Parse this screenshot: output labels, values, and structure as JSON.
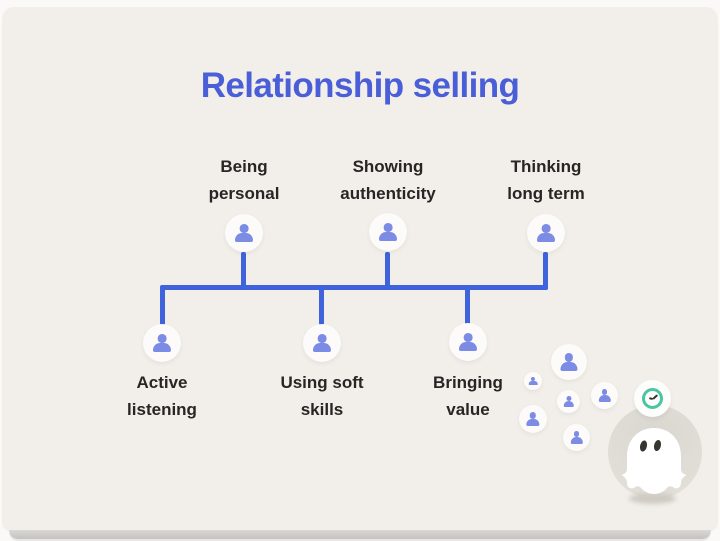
{
  "title": "Relationship selling",
  "colors": {
    "title": "#4A5ED7",
    "connector": "#3E63DC",
    "person": "#7C8BE4",
    "label": "#272624",
    "card_bg": "#F2EFEA",
    "teal": "#49C5A2"
  },
  "diagram": {
    "top_items": [
      {
        "l1": "Being",
        "l2": "personal"
      },
      {
        "l1": "Showing",
        "l2": "authenticity"
      },
      {
        "l1": "Thinking",
        "l2": "long term"
      }
    ],
    "bottom_items": [
      {
        "l1": "Active",
        "l2": "listening"
      },
      {
        "l1": "Using soft",
        "l2": "skills"
      },
      {
        "l1": "Bringing",
        "l2": "value"
      }
    ]
  },
  "icons": {
    "person": "person-silhouette-icon",
    "clock": "clock-badge-icon",
    "mascot": "ghost-mascot"
  }
}
